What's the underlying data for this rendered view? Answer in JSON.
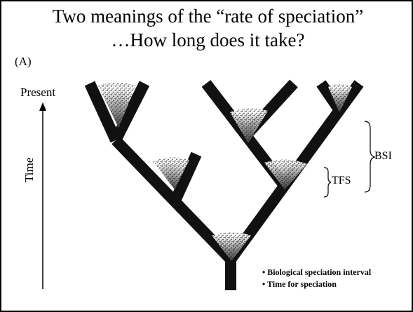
{
  "slide": {
    "title_line1": "Two meanings of the “rate of speciation”",
    "title_line2": "…How long does it take?"
  },
  "figure": {
    "panel_label": "(A)",
    "present_label": "Present",
    "axis_label": "Time",
    "bsi_label": "BSI",
    "tfs_label": "TFS"
  },
  "legend": {
    "items": [
      "Biological speciation interval",
      "Time for speciation"
    ]
  },
  "colors": {
    "branch": "#111111",
    "speciation_cone": "#555555",
    "background": "#ffffff"
  }
}
